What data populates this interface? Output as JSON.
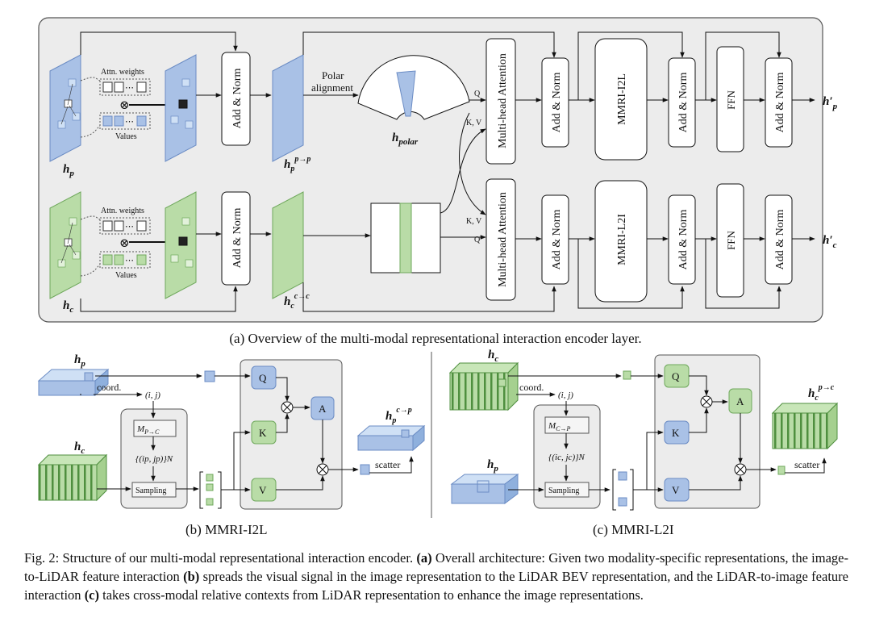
{
  "overview": {
    "attn_weights": "Attn. weights",
    "values": "Values",
    "add_norm": "Add & Norm",
    "polar_alignment": [
      "Polar",
      "alignment"
    ],
    "mha": "Multi-head Attention",
    "mmri_i2l": "MMRI-I2L",
    "mmri_l2i": "MMRI-L2I",
    "ffn": "FFN",
    "q": "Q",
    "kv": "K, V",
    "otimes": "⊗",
    "dots": "⋯",
    "var_hp": "h",
    "sub_p": "p",
    "sub_c": "c",
    "sub_polar": "polar",
    "sup_p2p": "p→p",
    "sup_c2c": "c→c",
    "prime": "′"
  },
  "i2l": {
    "coord": "coord.",
    "ij": "(i, j)",
    "mapping": "M",
    "mapping_sub": "P→C",
    "set_label": "{(ip, jp)}N",
    "sampling": "Sampling",
    "q": "Q",
    "k": "K",
    "v": "V",
    "a": "A",
    "scatter": "scatter",
    "sup_c2p": "c→p"
  },
  "l2i": {
    "coord": "coord.",
    "ij": "(i, j)",
    "mapping": "M",
    "mapping_sub": "C→P",
    "set_label": "{(ic, jc)}N",
    "sampling": "Sampling",
    "q": "Q",
    "k": "K",
    "v": "V",
    "a": "A",
    "scatter": "scatter",
    "sup_p2c": "p→c"
  },
  "captions": {
    "a": "(a) Overview of the multi-modal representational interaction encoder layer.",
    "b": "(b) MMRI-I2L",
    "c": "(c) MMRI-L2I",
    "fig_prefix": "Fig. 2: Structure of our multi-modal representational interaction encoder. ",
    "tag_a": "(a)",
    "text_a": " Overall architecture: Given two modality-specific representations, the image-to-LiDAR feature interaction ",
    "tag_b": "(b)",
    "text_b": " spreads the visual signal in the image representation to the LiDAR BEV representation, and the LiDAR-to-image feature interaction ",
    "tag_c": "(c)",
    "text_c": " takes cross-modal relative contexts from LiDAR representation to enhance the image representations."
  },
  "colors": {
    "blue_fill": "#a9c1e6",
    "blue_edge": "#6b8cc4",
    "green_fill": "#b9dca7",
    "green_edge": "#6fa85c",
    "panel_bg": "#ececec",
    "dark_green": "#6aa55a"
  }
}
